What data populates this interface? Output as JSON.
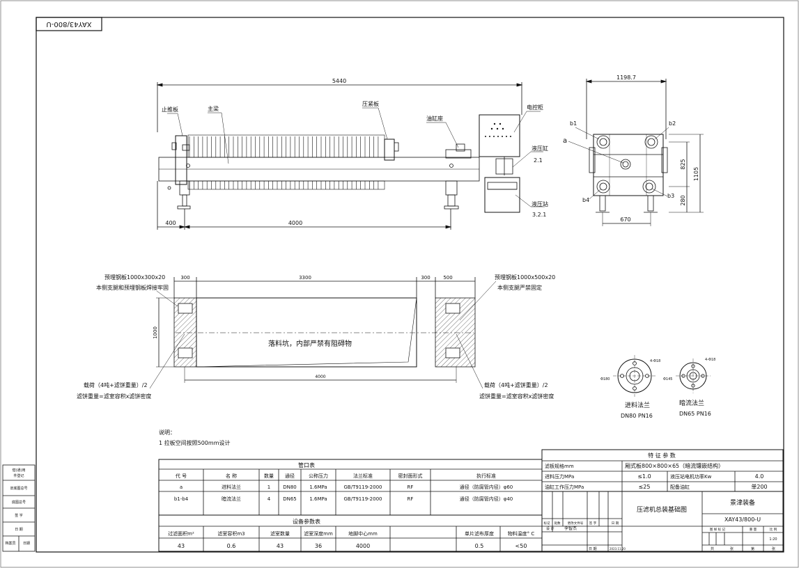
{
  "drawing_code": "XAY43/800-U",
  "dims": {
    "overall_length": "5440",
    "left_offset": "400",
    "rail_length": "4000",
    "side_width": "1198.7",
    "height_1105": "1105",
    "height_825": "825",
    "height_280": "280",
    "foot_width": "670",
    "pit_left_pad": "300",
    "pit_length": "3300",
    "pit_right_pad_a": "300",
    "pit_right_pad_b": "500",
    "pit_width": "1000",
    "pit_bottom": "4000",
    "plate_flange_in": "Φ180",
    "plate_flange_in_holes": "4-Φ18",
    "plate_flange_out": "Φ145",
    "plate_flange_out_holes": "4-Φ18"
  },
  "labels": {
    "stop_plate": "止推板",
    "main_beam": "主梁",
    "press_plate": "压紧板",
    "cylinder_seat": "油缸座",
    "control_box": "电控柜",
    "cylinder": "液压缸",
    "cylinder_no": "2.1",
    "pump_station": "液压站",
    "pump_no": "3.2.1",
    "port_a": "a",
    "port_b1": "b1",
    "port_b2": "b2",
    "port_b3": "b3",
    "port_b4": "b4",
    "embed_left_1": "预埋钢板1000x300x20",
    "embed_left_2": "本侧支腿和预埋钢板焊接牢固",
    "embed_right_1": "预埋钢板1000x500x20",
    "embed_right_2": "本侧支腿严禁固定",
    "pit_note": "落料坑，内部严禁有阻碍物",
    "load_left_1": "载荷（4吨+滤饼重量）/2",
    "load_left_2": "滤饼重量=滤室容积x滤饼密度",
    "load_right_1": "载荷（4吨+滤饼重量）/2",
    "load_right_2": "滤饼重量=滤室容积x滤饼密度",
    "flange_in_name": "进料法兰",
    "flange_in_spec": "DN80 PN16",
    "flange_out_name": "暗流法兰",
    "flange_out_spec": "DN65 PN16"
  },
  "notes": {
    "title": "说明：",
    "line1": "1 拉板空间按照500mm设计"
  },
  "port_table": {
    "title": "管口表",
    "headers": [
      "代 号",
      "名 称",
      "数量",
      "通径",
      "公称压力",
      "法兰标准",
      "密封面形式",
      "执行标准"
    ],
    "rows": [
      [
        "a",
        "进料法兰",
        "1",
        "DN80",
        "1.6MPa",
        "GB/T9119-2000",
        "RF",
        "通径（防腐管内径）φ60"
      ],
      [
        "b1-b4",
        "暗流法兰",
        "4",
        "DN65",
        "1.6MPa",
        "GB/T9119-2000",
        "RF",
        "通径（防腐管内径）φ40"
      ]
    ]
  },
  "equip_table": {
    "title": "设备参数表",
    "headers": [
      "过滤面积m²",
      "滤室容积m3",
      "滤室数量",
      "滤室深度mm",
      "地脚中心mm",
      "单片滤布厚度",
      "物料温度° C"
    ],
    "values": [
      "43",
      "0.6",
      "43",
      "36",
      "4000",
      "0.5",
      "<50"
    ]
  },
  "feature_table": {
    "title": "特 征 参 数",
    "rows": [
      [
        "滤板规格mm",
        "厢式板800×800×65（暗流镶嵌结构）",
        "",
        ""
      ],
      [
        "进料压力MPa",
        "≤1.0",
        "液压站电机功率Kw",
        "4.0"
      ],
      [
        "油缸工作压力MPa",
        "≤25",
        "配备油缸",
        "单200"
      ]
    ]
  },
  "title_block": {
    "drawing_name": "压滤机总装基础图",
    "company": "景津装备",
    "code": "XAY43/800-U",
    "rev_headers": [
      "标记",
      "处数",
      "更改文件号",
      "签 字",
      "日 期"
    ],
    "designer_label": "设 计",
    "designer": "李智杰",
    "date_label": "日 期",
    "date": "2023.11.20",
    "stage_headers": [
      "图 样 标 记",
      "重 量",
      "比 例"
    ],
    "scale": "1:20",
    "sheet_total": "共",
    "sheet_label": "张",
    "sheet_no_label": "第",
    "sheet_no_unit": "张"
  },
  "margin_labels": [
    "借(通)用",
    "件登记",
    "旧底图总号",
    "底图总号",
    "签 字",
    "日 期",
    "档案员",
    "日期"
  ]
}
